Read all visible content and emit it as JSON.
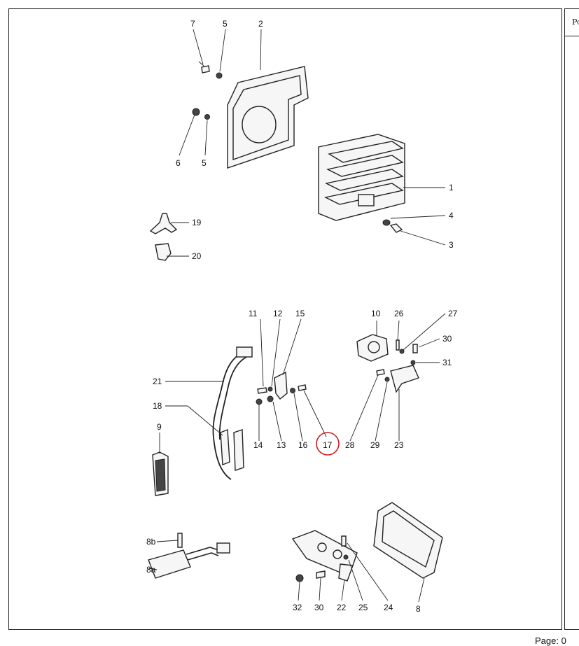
{
  "side_header": "Po",
  "footer_page": "Page: 0",
  "highlight_color": "#d21c1c",
  "highlighted_part": "17",
  "callouts": {
    "c7": "7",
    "c5a": "5",
    "c2": "2",
    "c6": "6",
    "c5b": "5",
    "c1": "1",
    "c4": "4",
    "c3": "3",
    "c19": "19",
    "c20": "20",
    "c11": "11",
    "c12": "12",
    "c15": "15",
    "c10": "10",
    "c26": "26",
    "c27": "27",
    "c30a": "30",
    "c31": "31",
    "c21": "21",
    "c18": "18",
    "c9": "9",
    "c14": "14",
    "c13": "13",
    "c16": "16",
    "c17": "17",
    "c28": "28",
    "c29": "29",
    "c23": "23",
    "c8b": "8b",
    "c8a": "8a",
    "c32": "32",
    "c30b": "30",
    "c22": "22",
    "c25": "25",
    "c24": "24",
    "c8": "8"
  }
}
